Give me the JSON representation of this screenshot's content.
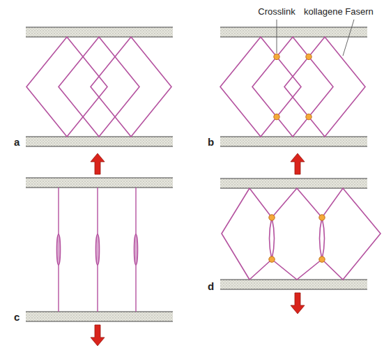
{
  "diagram": {
    "labels": [
      "Crosslink",
      "kollagene Fasern",
      "a",
      "b",
      "c",
      "d"
    ]
  }
}
